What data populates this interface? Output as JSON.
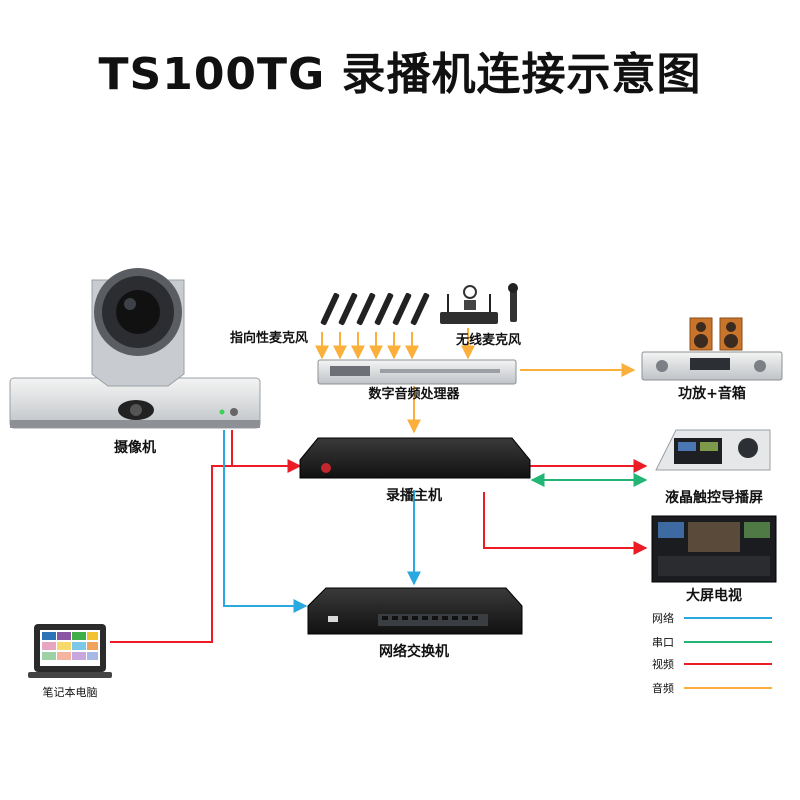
{
  "title": "TS100TG 录播机连接示意图",
  "devices": {
    "camera": "摄像机",
    "directional_mic": "指向性麦克风",
    "wireless_mic": "无线麦克风",
    "audio_processor": "数字音频处理器",
    "amplifier": "功放+音箱",
    "recorder": "录播主机",
    "lcd_director": "液晶触控导播屏",
    "big_screen": "大屏电视",
    "switch": "网络交换机",
    "laptop": "笔记本电脑"
  },
  "legend": [
    {
      "label": "网络",
      "color": "#29a9e0"
    },
    {
      "label": "串口",
      "color": "#22b573"
    },
    {
      "label": "视频",
      "color": "#ed1c24"
    },
    {
      "label": "音频",
      "color": "#fbb03b"
    }
  ]
}
